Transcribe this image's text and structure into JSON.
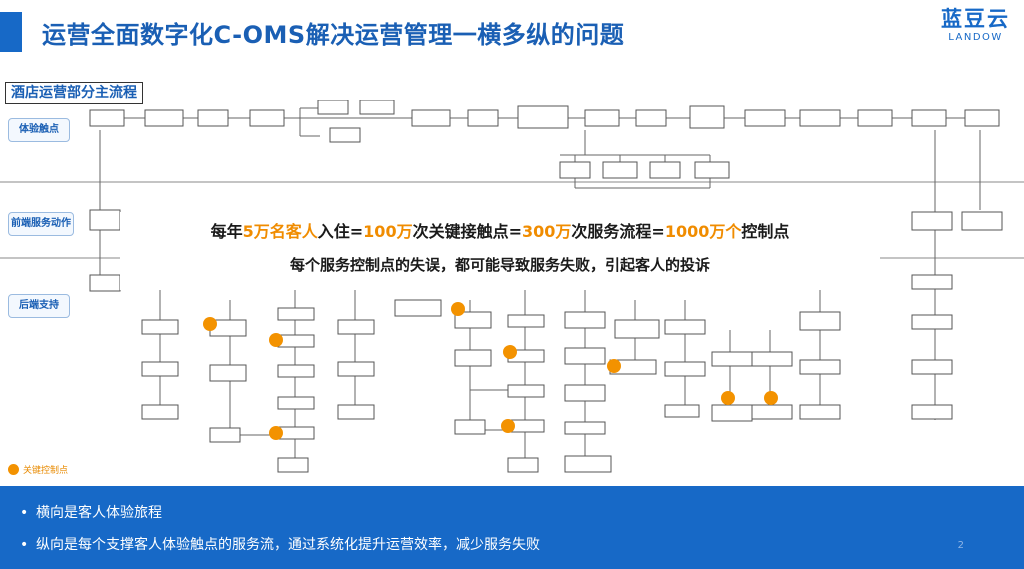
{
  "header": {
    "title": "运营全面数字化C-OMS解决运营管理一横多纵的问题",
    "logo_cn": "蓝豆云",
    "logo_en": "LANDOW"
  },
  "section_label": "酒店运营部分主流程",
  "stages": [
    "体验触点",
    "前端服务动作",
    "后端支持"
  ],
  "banner": {
    "p1": "每年",
    "h1": "5万名客人",
    "p2": "入住=",
    "h2": "100万",
    "p3": "次关键接触点=",
    "h3": "300万",
    "p4": "次服务流程=",
    "h4": "1000万个",
    "p5": "控制点",
    "line2": "每个服务控制点的失误，都可能导致服务失败，引起客人的投诉"
  },
  "legend": {
    "label": "关键控制点"
  },
  "bullets": [
    "横向是客人体验旅程",
    "纵向是每个支撑客人体验触点的服务流，通过系统化提升运营效率，减少服务失败"
  ],
  "page_number": "2",
  "colors": {
    "accent": "#1769c7",
    "highlight": "#f08c00",
    "control_point": "#f39200"
  }
}
